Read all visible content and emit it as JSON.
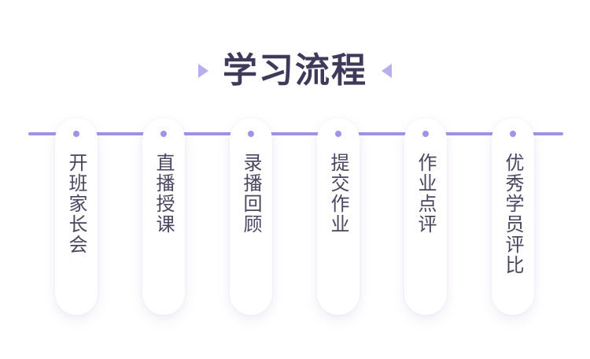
{
  "title": "学习流程",
  "steps": [
    {
      "label": "开班家长会"
    },
    {
      "label": "直播授课"
    },
    {
      "label": "录播回顾"
    },
    {
      "label": "提交作业"
    },
    {
      "label": "作业点评"
    },
    {
      "label": "优秀学员评比"
    }
  ],
  "colors": {
    "accent": "#9e93e6",
    "triangle": "#b7aef2",
    "title": "#3f3a5a",
    "text": "#4a4560"
  }
}
